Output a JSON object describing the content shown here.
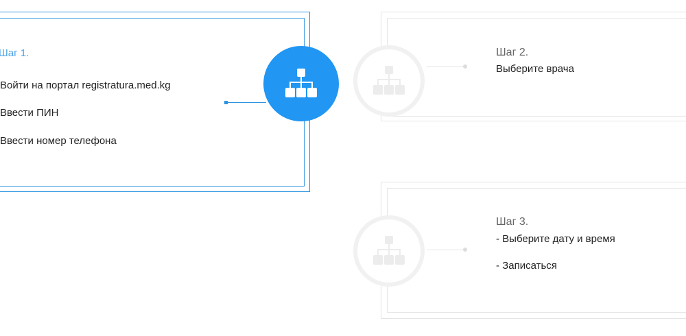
{
  "colors": {
    "accent": "#2196f3",
    "accent_border": "#2f94e0",
    "step_title_active": "#4aa3e6",
    "inactive_border": "#e4e4e4",
    "inactive_circle": "#f1f1f1",
    "inactive_icon": "#ececec"
  },
  "steps": [
    {
      "title": "Шаг 1.",
      "lines": [
        "Войти на портал registratura.med.kg",
        "Ввести ПИН",
        "Ввести номер телефона"
      ],
      "icon": "sitemap-icon",
      "active": true
    },
    {
      "title": "Шаг 2.",
      "lines": [
        "Выберите врача"
      ],
      "icon": "sitemap-icon",
      "active": false
    },
    {
      "title": "Шаг 3.",
      "lines": [
        "- Выберите дату и время",
        "- Записаться"
      ],
      "icon": "sitemap-icon",
      "active": false
    }
  ]
}
